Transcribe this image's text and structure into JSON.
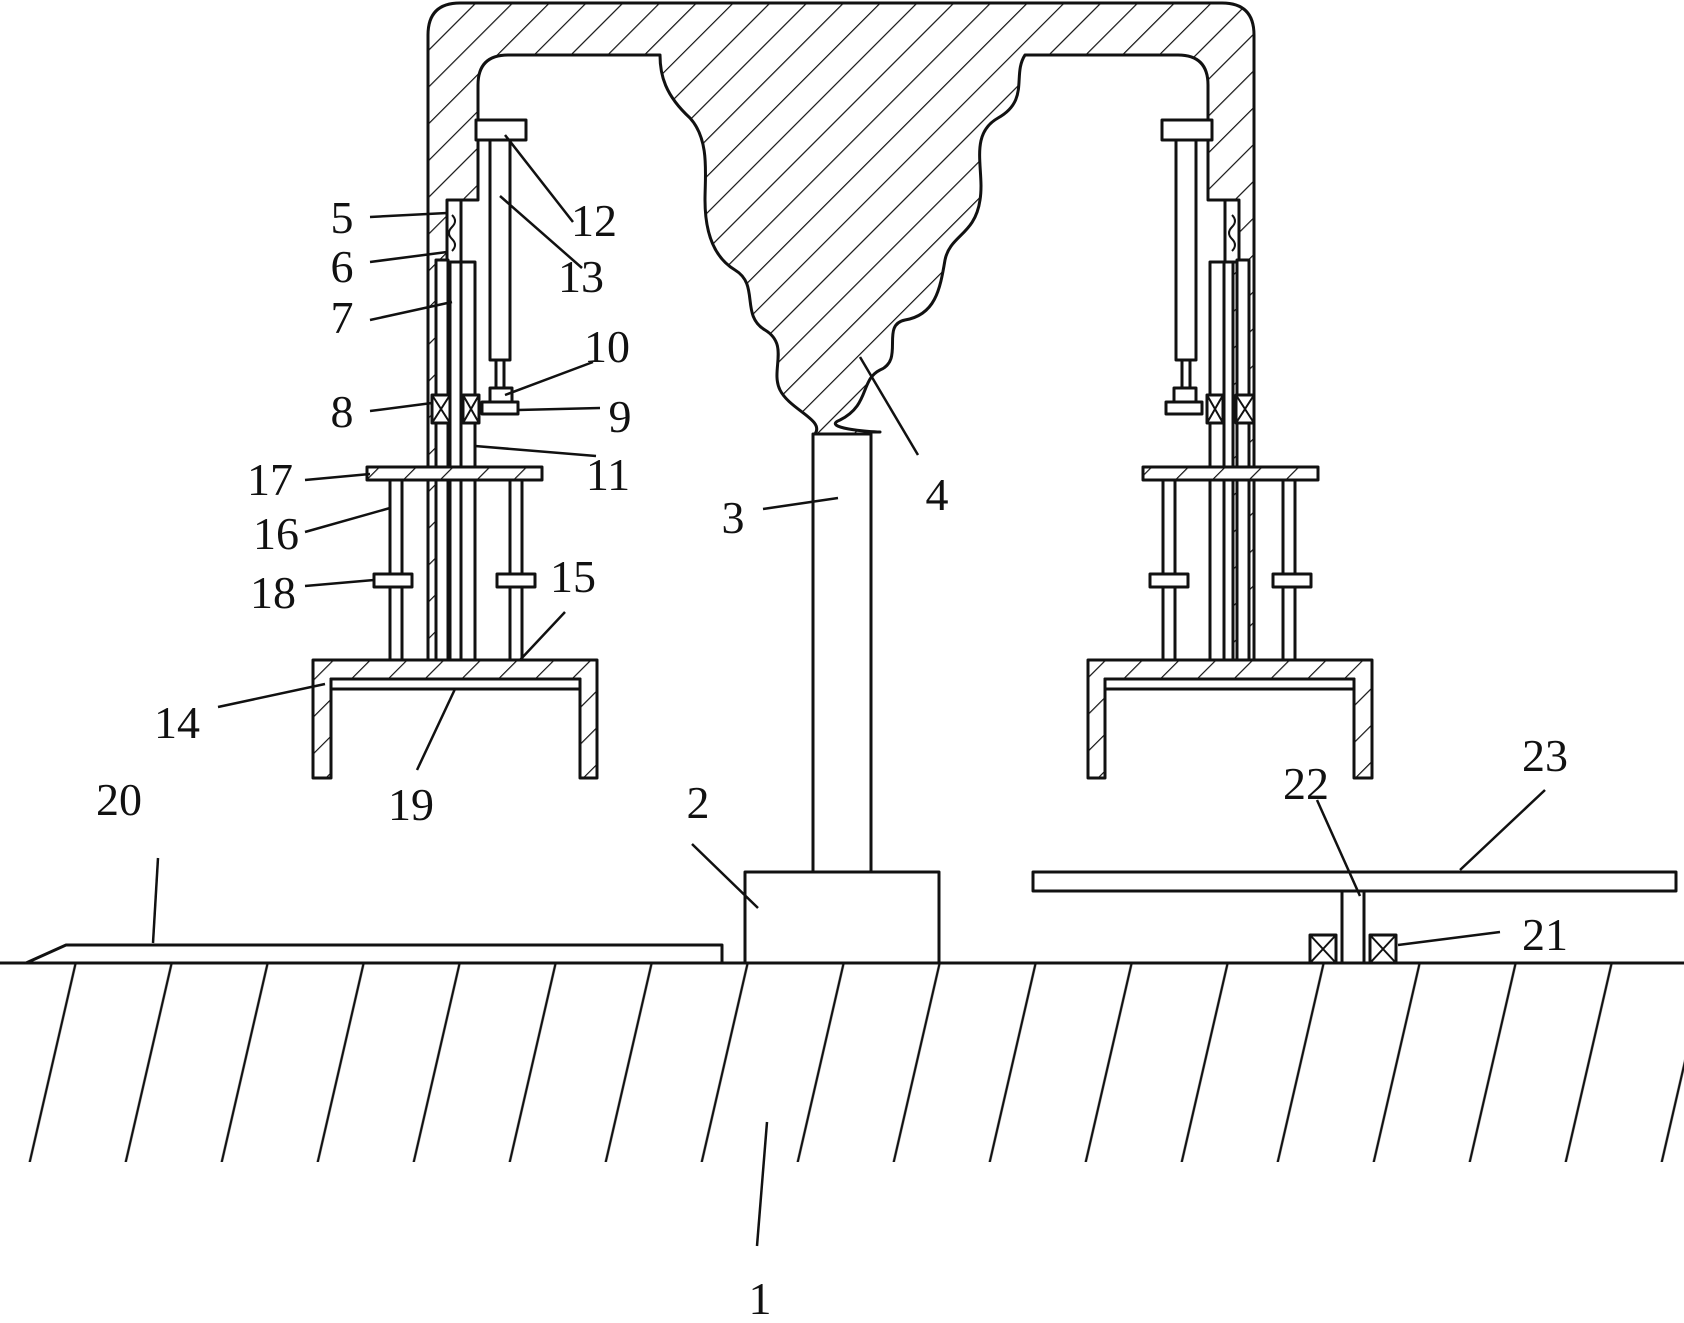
{
  "labels": {
    "l1": "1",
    "l2": "2",
    "l3": "3",
    "l4": "4",
    "l5": "5",
    "l6": "6",
    "l7": "7",
    "l8": "8",
    "l9": "9",
    "l10": "10",
    "l11": "11",
    "l12": "12",
    "l13": "13",
    "l14": "14",
    "l15": "15",
    "l16": "16",
    "l17": "17",
    "l18": "18",
    "l19": "19",
    "l20": "20",
    "l21": "21",
    "l22": "22",
    "l23": "23"
  }
}
